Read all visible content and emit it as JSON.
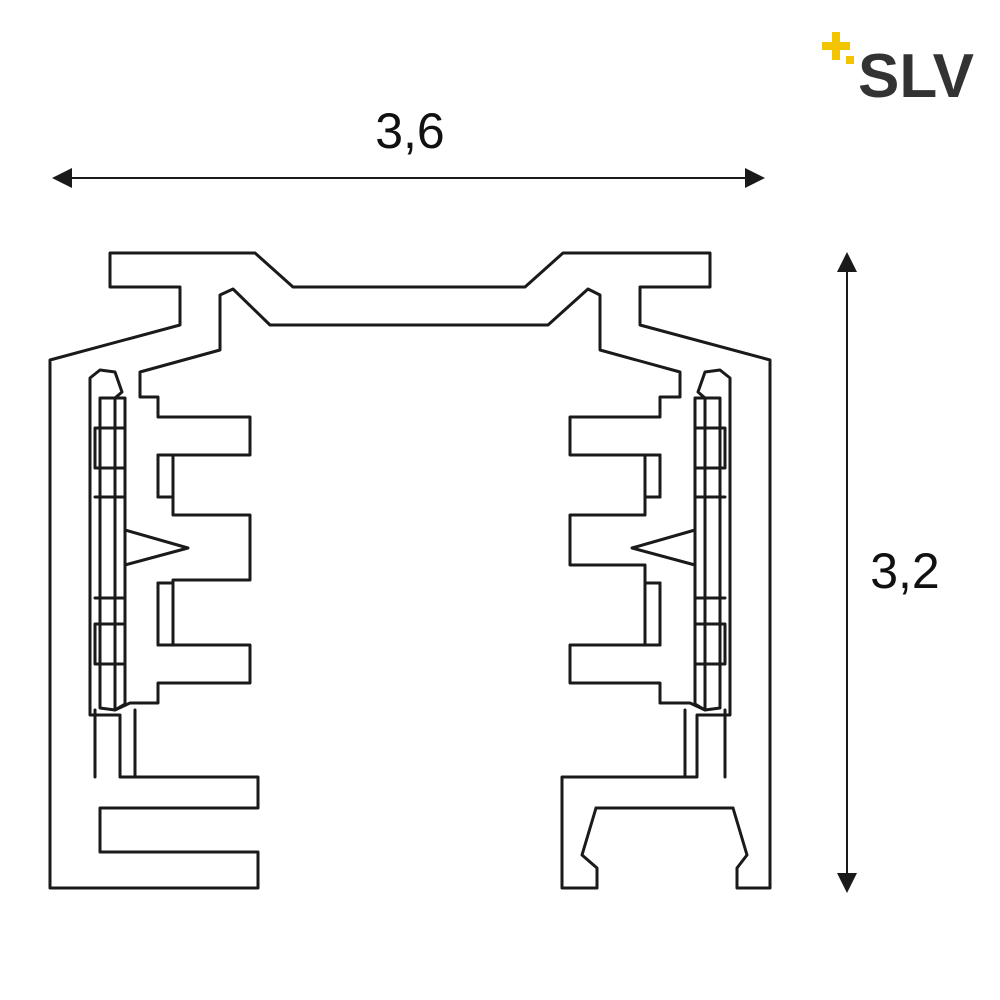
{
  "logo": {
    "text": "SLV",
    "text_color": "#333333",
    "accent_color": "#f2c500"
  },
  "dimensions": {
    "width_label": "3,6",
    "height_label": "3,2"
  },
  "colors": {
    "line": "#1a1a1a",
    "background": "#ffffff"
  }
}
